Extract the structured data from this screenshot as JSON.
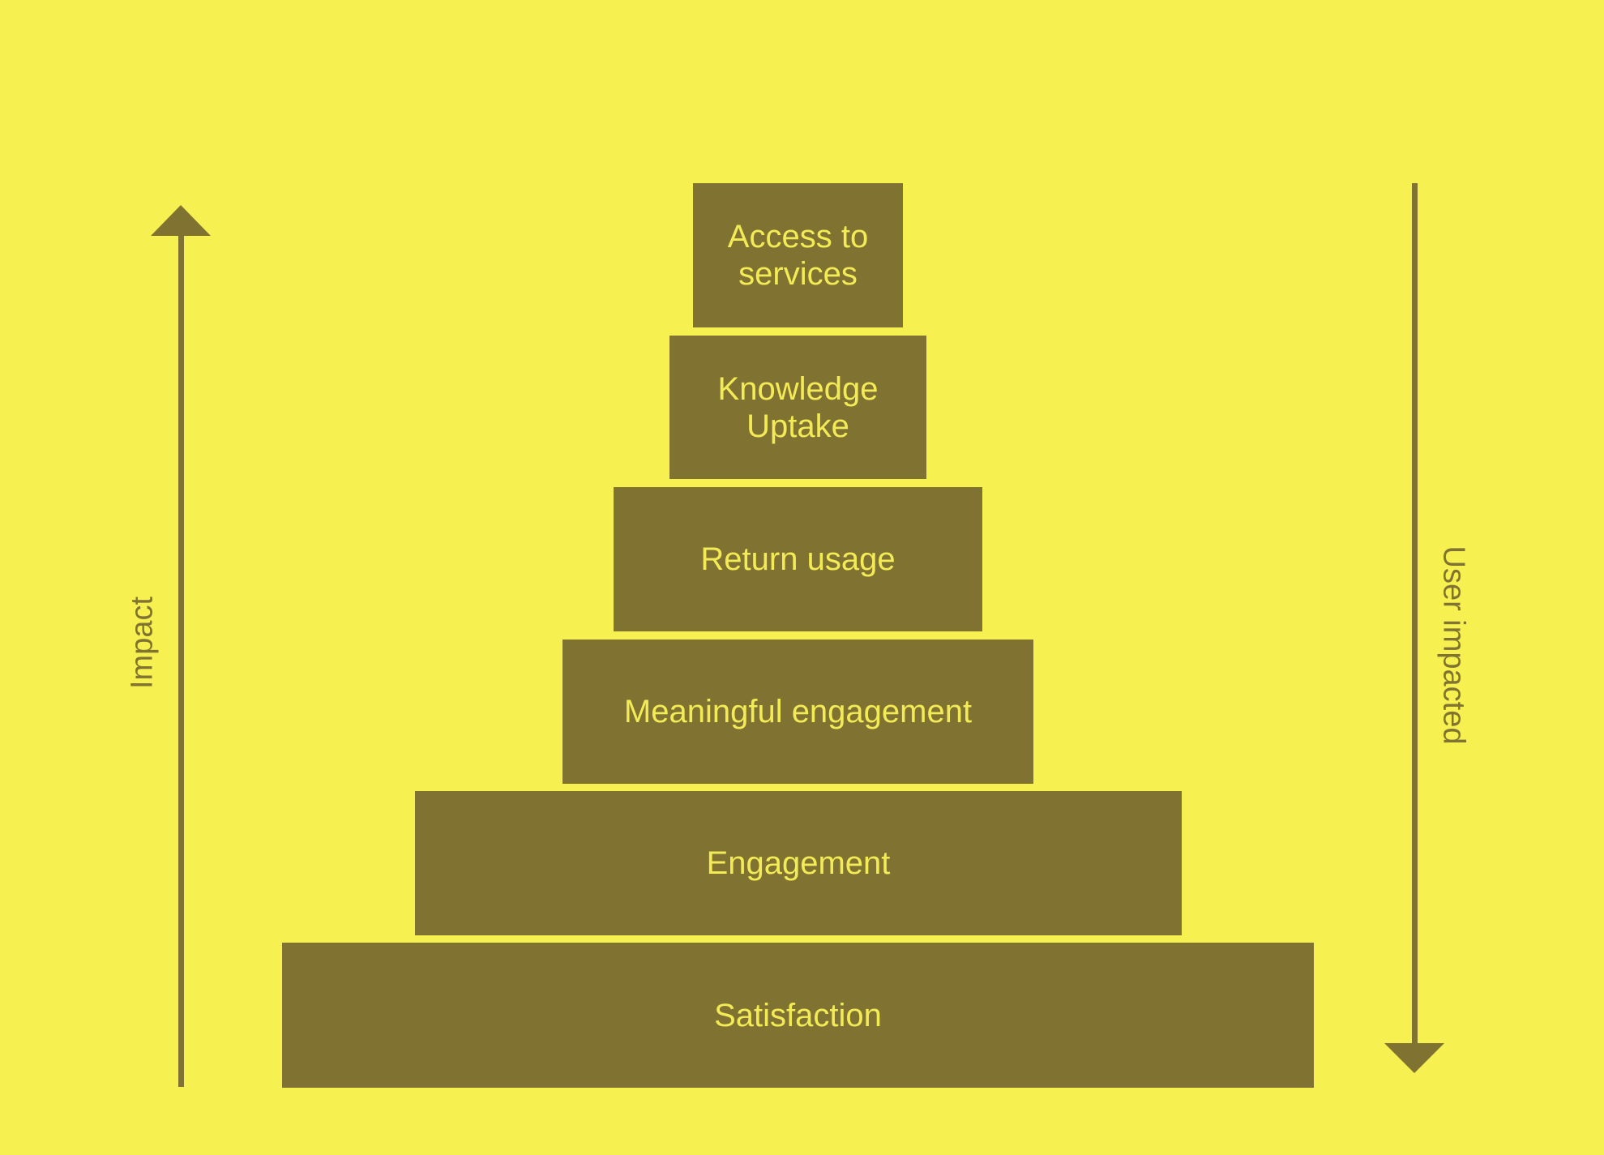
{
  "diagram": {
    "title": "",
    "colors": {
      "background": "#F6F050",
      "tier": "#807331",
      "tier_text": "#F3EB56",
      "axis": "#807331"
    },
    "tiers": [
      {
        "label": "Access to\nservices"
      },
      {
        "label": "Knowledge\nUptake"
      },
      {
        "label": "Return usage"
      },
      {
        "label": "Meaningful engagement"
      },
      {
        "label": "Engagement"
      },
      {
        "label": "Satisfaction"
      }
    ],
    "left_axis": {
      "label": "Impact",
      "direction": "up",
      "icon": "arrow-up-icon"
    },
    "right_axis": {
      "label": "User impacted",
      "direction": "down",
      "icon": "arrow-down-icon"
    }
  }
}
